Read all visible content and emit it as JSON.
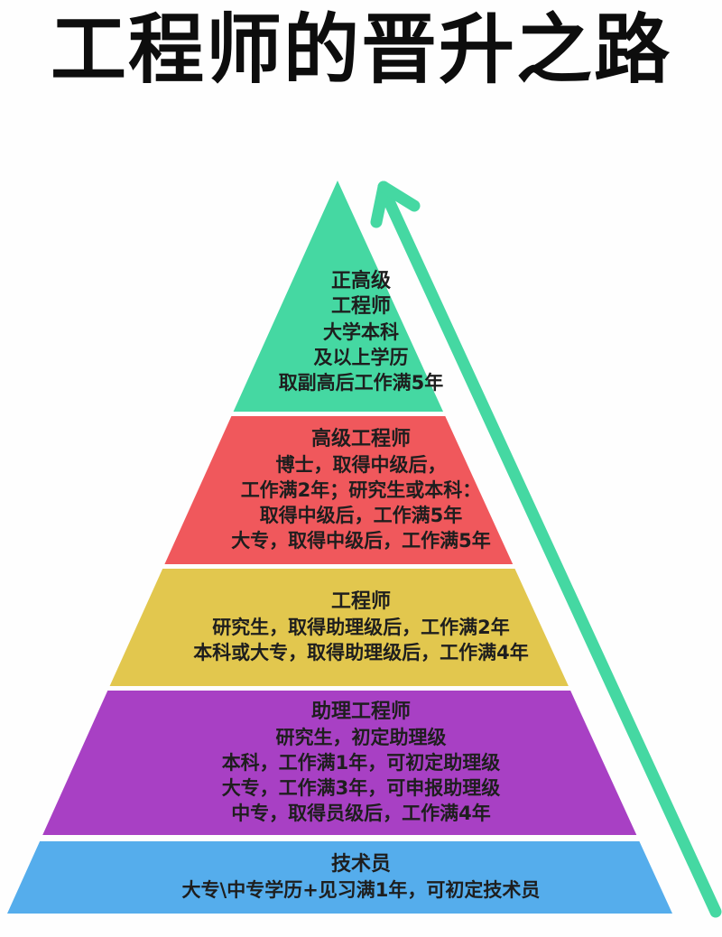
{
  "title": "工程师的晋升之路",
  "colors": {
    "background": "#fefefe",
    "title_text": "#0d0d0d",
    "level_text": "#1e1e1e",
    "arrow": "#45d8a2"
  },
  "levels": [
    {
      "id": "senior-professor-engineer",
      "rank": 1,
      "color": "#45d8a2",
      "heading_lines": [
        "正高级",
        "工程师"
      ],
      "body_lines": [
        "大学本科",
        "及以上学历",
        "取副高后工作满5年"
      ]
    },
    {
      "id": "senior-engineer",
      "rank": 2,
      "color": "#f0585c",
      "heading_lines": [
        "高级工程师"
      ],
      "body_lines": [
        "博士，取得中级后，",
        "工作满2年；研究生或本科：",
        "取得中级后，工作满5年",
        "大专，取得中级后，工作满5年"
      ]
    },
    {
      "id": "engineer",
      "rank": 3,
      "color": "#e2c74e",
      "heading_lines": [
        "工程师"
      ],
      "body_lines": [
        "研究生，取得助理级后，工作满2年",
        "本科或大专，取得助理级后，工作满4年"
      ]
    },
    {
      "id": "assistant-engineer",
      "rank": 4,
      "color": "#a840c4",
      "heading_lines": [
        "助理工程师"
      ],
      "body_lines": [
        "研究生，初定助理级",
        "本科，工作满1年，可初定助理级",
        "大专，工作满3年，可申报助理级",
        "中专，取得员级后，工作满4年"
      ]
    },
    {
      "id": "technician",
      "rank": 5,
      "color": "#55adec",
      "heading_lines": [
        "技术员"
      ],
      "body_lines": [
        "大专\\中专学历+见习满1年，可初定技术员"
      ]
    }
  ]
}
